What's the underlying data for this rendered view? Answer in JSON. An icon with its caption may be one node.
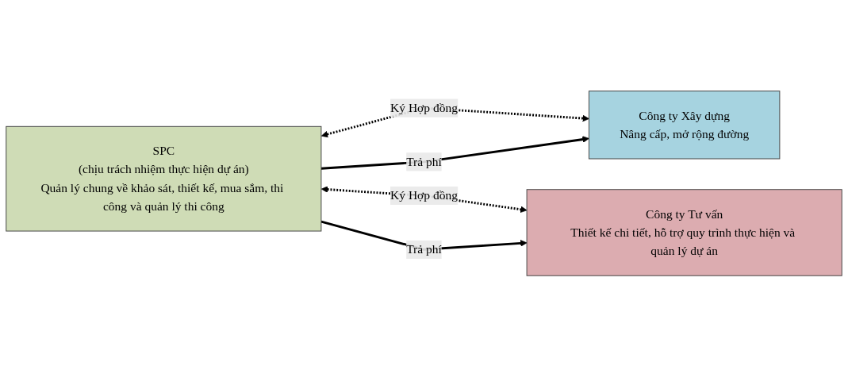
{
  "diagram": {
    "nodes": [
      {
        "text": [
          "SPC",
          "(chịu trách nhiệm thực hiện dự án)",
          "Quản lý chung về khảo sát, thiết kế, mua sắm, thi công và quản lý thi công"
        ]
      },
      {
        "text": [
          "Công ty Xây dựng",
          "Nâng cấp, mở rộng đường"
        ]
      },
      {
        "text": [
          "Công ty Tư vấn",
          "Thiết kế chi tiết, hỗ trợ quy trình thực hiện và quản lý dự án"
        ]
      }
    ],
    "edges": [
      {
        "from": 0,
        "to": 1,
        "arrow": "both",
        "label": "Ký Hợp đồng",
        "style": "dashed"
      },
      {
        "from": 0,
        "to": 1,
        "arrow": "to",
        "label": "Trả phí"
      },
      {
        "from": 0,
        "to": 2,
        "arrow": "both",
        "label": "Ký Hợp đồng",
        "style": "dashed"
      },
      {
        "from": 0,
        "to": 2,
        "arrow": "to",
        "label": "Trả phí"
      }
    ]
  }
}
